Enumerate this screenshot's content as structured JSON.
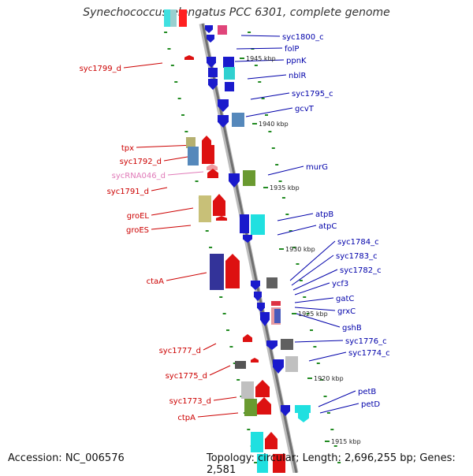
{
  "title": "Synechococcus elongatus PCC 6301, complete genome",
  "footer": {
    "accession": "Accession: NC_006576",
    "summary": "Topology: circular; Length: 2,696,255 bp; Genes: 2,581"
  },
  "colors": {
    "backbone": "#808080",
    "left_labels": "#cc0000",
    "right_labels": "#0000aa",
    "rna_label": "#e07ab8",
    "tick_marks": "#228b22"
  },
  "position_marks": [
    "1945 kbp",
    "1940 kbp",
    "1935 kbp",
    "1930 kbp",
    "1925 kbp",
    "1920 kbp",
    "1915 kbp"
  ],
  "left_genes": [
    "syc1799_d",
    "tpx",
    "syc1792_d",
    "sycRNA046_d",
    "syc1791_d",
    "groEL",
    "groES",
    "ctaA",
    "syc1777_d",
    "syc1775_d",
    "syc1773_d",
    "ctpA"
  ],
  "right_genes": [
    "syc1800_c",
    "folP",
    "ppnK",
    "nblR",
    "syc1795_c",
    "gcvT",
    "murG",
    "atpB",
    "atpC",
    "syc1784_c",
    "syc1783_c",
    "syc1782_c",
    "ycf3",
    "gatC",
    "grxC",
    "gshB",
    "syc1776_c",
    "syc1774_c",
    "petB",
    "petD"
  ]
}
